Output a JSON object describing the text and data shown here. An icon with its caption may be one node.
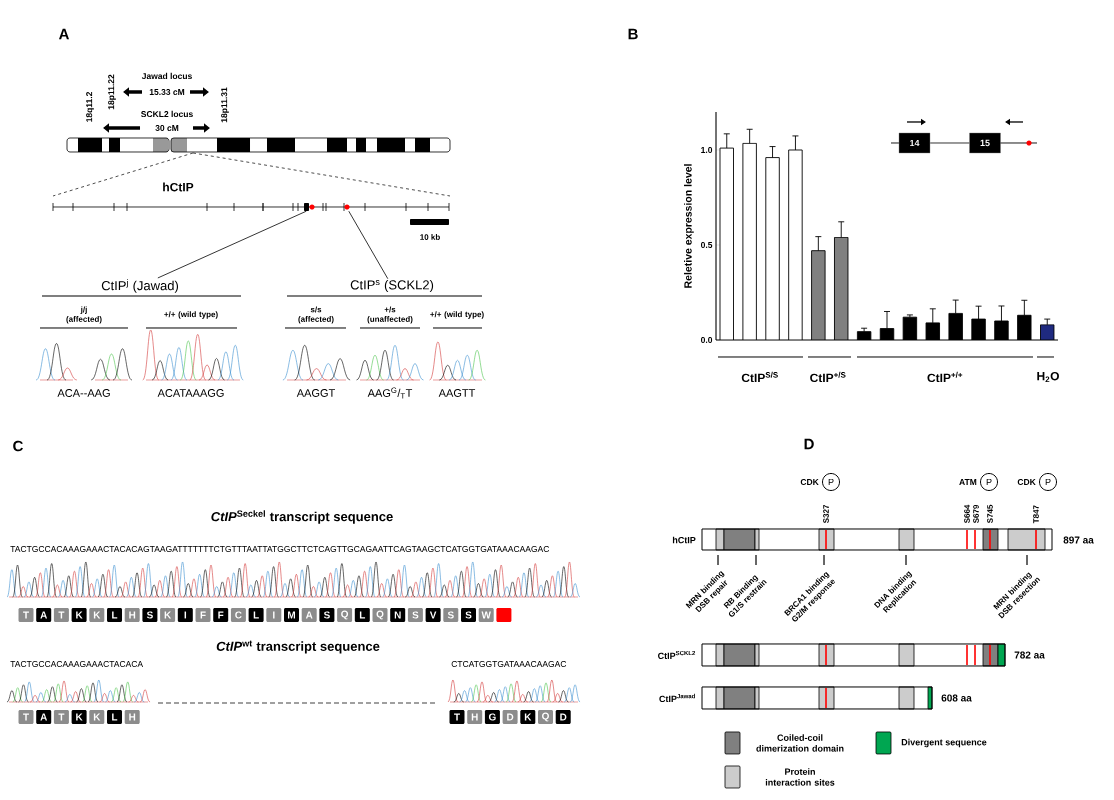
{
  "diagram": {
    "nodes": [
      {
        "text": [],
        "shape": "bar"
      },
      {
        "text": [
          "CtIP$^{j}$ (Jawad)"
        ]
      },
      {
        "text": [
          "CtIP$^{s}$ (SCKL2)"
        ]
      },
      {
        "text": [
          "14"
        ]
      },
      {
        "text": [
          "15"
        ]
      },
      {
        "text": [
          "T"
        ]
      },
      {
        "text": [
          "A"
        ]
      },
      {
        "text": [
          "T"
        ]
      },
      {
        "text": [
          "K"
        ]
      },
      {
        "text": [
          "K"
        ]
      },
      {
        "text": [
          "L"
        ]
      },
      {
        "text": [
          "H"
        ]
      },
      {
        "text": [
          "S"
        ]
      },
      {
        "text": [
          "K"
        ]
      },
      {
        "text": [
          "I"
        ]
      },
      {
        "text": [
          "F"
        ]
      },
      {
        "text": [
          "F"
        ]
      },
      {
        "text": [
          "C"
        ]
      },
      {
        "text": [
          "L"
        ]
      },
      {
        "text": [
          "I"
        ]
      },
      {
        "text": [
          "M"
        ]
      },
      {
        "text": [
          "A"
        ]
      },
      {
        "text": [
          "S"
        ]
      },
      {
        "text": [
          "Q"
        ]
      },
      {
        "text": [
          "L"
        ]
      },
      {
        "text": [
          "Q"
        ]
      },
      {
        "text": [
          "N"
        ]
      },
      {
        "text": [
          "S"
        ]
      },
      {
        "text": [
          "V"
        ]
      },
      {
        "text": [
          "S"
        ]
      },
      {
        "text": [
          "S"
        ]
      },
      {
        "text": [
          "W"
        ]
      },
      {
        "text": [],
        "shape": "box"
      },
      {
        "text": [
          "T"
        ]
      },
      {
        "text": [
          "A"
        ]
      },
      {
        "text": [
          "T"
        ]
      },
      {
        "text": [
          "K"
        ]
      },
      {
        "text": [
          "K"
        ]
      },
      {
        "text": [
          "L"
        ]
      },
      {
        "text": [
          "H"
        ]
      },
      {
        "text": [
          "T"
        ]
      },
      {
        "text": [
          "H"
        ]
      },
      {
        "text": [
          "G"
        ]
      },
      {
        "text": [
          "D"
        ]
      },
      {
        "text": [
          "K"
        ]
      },
      {
        "text": [
          "Q"
        ]
      },
      {
        "text": [
          "D"
        ]
      },
      {
        "text": [
          "P"
        ],
        "beside": [
          "CDK"
        ]
      },
      {
        "text": [
          "P"
        ],
        "beside": [
          "ATM"
        ]
      },
      {
        "text": [
          "P"
        ],
        "beside": [
          "CDK"
        ]
      }
    ],
    "edges": [
      {
        "from": 1,
        "to": 0,
        "arrow": "none"
      },
      {
        "from": 2,
        "to": 0,
        "arrow": "none"
      },
      {
        "from": 3,
        "to": 4,
        "arrow": "none"
      }
    ],
    "labels": [
      "A",
      "B",
      "18p11.22",
      "Jawad locus",
      "15.33 cM",
      "18q11.2",
      "18p11.31",
      "SCKL2 locus",
      "30 cM",
      "hCtIP",
      "10 kb",
      "j/j (affected)",
      "+/+ (wild type)",
      "s/s (affected)",
      "+/s (unaffected)",
      "+/+ (wild type)",
      "ACA--AAG",
      "ACATAAAGG",
      "AAGGT",
      "AAG$^{G}$/$_{T}$T",
      "AAGTT",
      "CtIP$^{S/S}$",
      "CtIP$^{+/S}$",
      "CtIP$^{+/+}$",
      "H$_{2}$O",
      "C",
      "D",
      "*CtIP*$^{Seckel}$ transcript sequence",
      "TACTGCCACAAAGAAACTACACAGTAAGATTTTTTTCTGTTTAATTATGGCTTCTCAGTTGCAGAATTCAGTAAGCTCATGGTGATAAACAAGAC",
      "S327",
      "S664",
      "S679",
      "S745",
      "T847",
      "hCtIP",
      "897 aa",
      "MRN binding DSB repair",
      "RB Binding G1/S restrain",
      "BRCA1 binding G2/M response",
      "DNA binding Replication",
      "MRN binding DSB resection",
      "*CtIP*$^{wt}$ transcript sequence",
      "TACTGCCACAAAGAAACTACACA",
      "CTCATGGTGATAAACAAGAC",
      "CtIP$^{SCKL2}$",
      "782 aa",
      "CtIP$^{Jawad}$",
      "608 aa"
    ],
    "legend": [
      {
        "text": "Coiled-coil dimerization domain",
        "color": "#808080"
      },
      {
        "text": "Protein interaction sites",
        "color": "#cccccc"
      },
      {
        "text": "Divergent sequence",
        "color": "#00a651"
      }
    ],
    "chart_data": {
      "type": "bar",
      "ylabel": "Reletive expression level",
      "ylim": [
        0,
        1.2
      ],
      "yticks": [
        {
          "value": 0,
          "label": "0.0"
        },
        {
          "value": 0.5,
          "label": "0.5"
        },
        {
          "value": 1,
          "label": "1.0"
        }
      ],
      "series": [
        {
          "color": "#ffffff",
          "values": [
            1.01,
            1.035,
            0.96,
            1.0,
            null,
            null,
            null,
            null,
            null,
            null,
            null,
            null,
            null,
            null,
            null
          ],
          "errors": [
            0.075,
            0.074,
            0.058,
            0.074,
            null,
            null,
            null,
            null,
            null,
            null,
            null,
            null,
            null,
            null,
            null
          ]
        },
        {
          "color": "#808080",
          "values": [
            null,
            null,
            null,
            null,
            0.47,
            0.54,
            null,
            null,
            null,
            null,
            null,
            null,
            null,
            null,
            null
          ],
          "errors": [
            null,
            null,
            null,
            null,
            0.074,
            0.082,
            null,
            null,
            null,
            null,
            null,
            null,
            null,
            null,
            null
          ]
        },
        {
          "color": "#000000",
          "values": [
            null,
            null,
            null,
            null,
            null,
            null,
            0.044,
            0.06,
            0.12,
            0.09,
            0.14,
            0.11,
            0.1,
            0.13,
            null
          ],
          "errors": [
            null,
            null,
            null,
            null,
            null,
            null,
            0.018,
            0.09,
            0.012,
            0.074,
            0.07,
            0.068,
            0.079,
            0.079,
            null
          ]
        },
        {
          "color": "#1f2a80",
          "values": [
            null,
            null,
            null,
            null,
            null,
            null,
            null,
            null,
            null,
            null,
            null,
            null,
            null,
            null,
            0.08
          ],
          "errors": [
            null,
            null,
            null,
            null,
            null,
            null,
            null,
            null,
            null,
            null,
            null,
            null,
            null,
            null,
            0.03
          ]
        }
      ]
    }
  }
}
